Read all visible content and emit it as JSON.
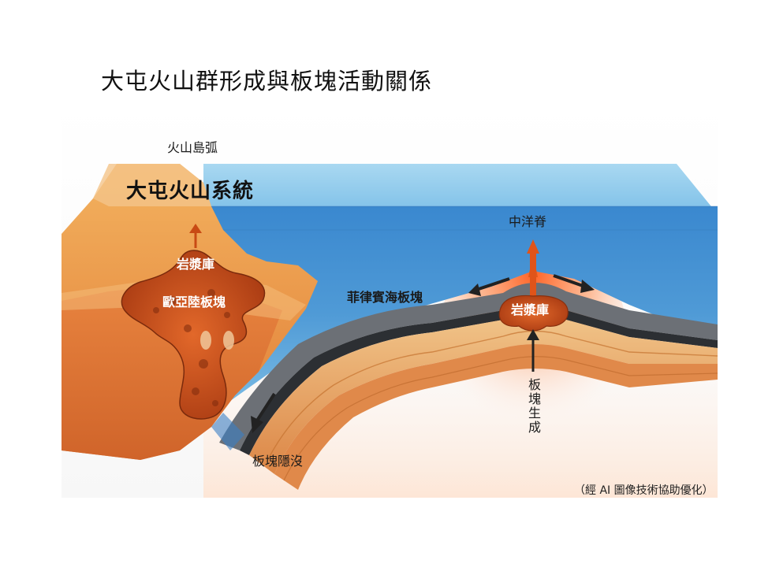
{
  "title": "大屯火山群形成與板塊活動關係",
  "labels": {
    "arc": "火山島弧",
    "system": "大屯火山系統",
    "magma_left": "岩漿庫",
    "eurasian": "歐亞陸板塊",
    "philippine": "菲律賓海板塊",
    "ridge": "中洋脊",
    "magma_right": "岩漿庫",
    "generation": "板塊生成",
    "subduction": "板塊隱沒"
  },
  "credit": "（經 AI 圖像技術協助優化）",
  "colors": {
    "ocean_top": "#8cc8ea",
    "ocean_deep": "#2f7fc8",
    "crust_orange": "#e8893a",
    "magma": "#c8501a",
    "plate_gray": "#6e7278"
  }
}
